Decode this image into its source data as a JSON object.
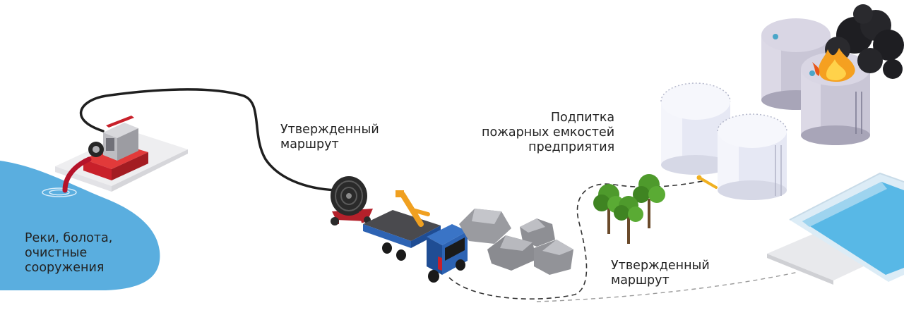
{
  "labels": {
    "source": [
      "Реки, болота,",
      "очистные",
      "сооружения"
    ],
    "route_upper": [
      "Утвержденный",
      "маршрут"
    ],
    "refill": [
      "Подпитка",
      "пожарных емкостей",
      "предприятия"
    ],
    "route_lower": [
      "Утвержденный",
      "маршрут"
    ]
  },
  "icons": {
    "pump": "mobile-pump-unit-icon",
    "reel": "hose-reel-icon",
    "truck": "crane-truck-icon",
    "rocks": "rocks-icon",
    "trees": "trees-icon",
    "tanks": "storage-tanks-icon",
    "fire": "burning-tank-icon",
    "pool": "fire-water-reservoir-icon"
  },
  "colors": {
    "water": "#5aaedf",
    "pump_red": "#c8202a",
    "hose": "#1f1f1f",
    "truck_cab": "#2d63b3",
    "crane": "#f0a020",
    "tank": "#e6e8f4",
    "tree": "#4e9a2c",
    "route_dash": "#333333",
    "fire": "#f5a020",
    "smoke": "#1e1e22"
  }
}
